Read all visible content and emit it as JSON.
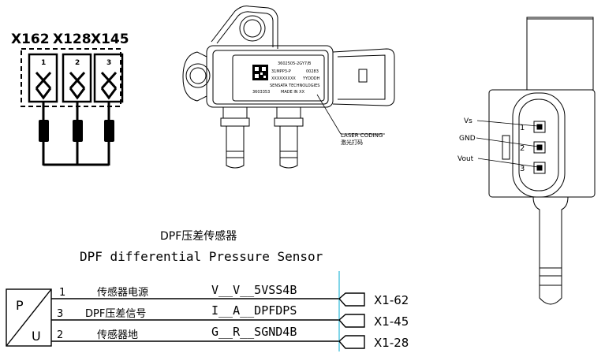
{
  "connector_codes": [
    "X162",
    "X128",
    "X145"
  ],
  "pin_numbers_top": [
    "1",
    "2",
    "3"
  ],
  "sensor_label": {
    "model": "3602505-2GY7/B",
    "part": "31MPP3-P",
    "part_suffix": "00283",
    "serial": "XXXXXXXXX",
    "date": "YYDDDH",
    "brand": "SENSATA TECHNOLOGIES",
    "code": "3603353",
    "made_in": "MADE IN XX"
  },
  "laser_coding": {
    "en": "LASER CODING",
    "zh": "激光打码"
  },
  "connector_pins": {
    "vs": "Vs",
    "gnd": "GND",
    "vout": "Vout",
    "nums": [
      "1",
      "2",
      "3"
    ]
  },
  "schematic": {
    "title_zh": "DPF压差传感器",
    "title_en": "DPF differential Pressure Sensor",
    "block_p": "P",
    "block_u": "U",
    "rows": [
      {
        "pin": "1",
        "desc": "传感器电源",
        "signal": "V__V__5VSS4B",
        "term": "X1-62"
      },
      {
        "pin": "3",
        "desc": "DPF压差信号",
        "signal": "I__A__DPFDPS",
        "term": "X1-45"
      },
      {
        "pin": "2",
        "desc": "传感器地",
        "signal": "G__R__SGND4B",
        "term": "X1-28"
      }
    ]
  }
}
